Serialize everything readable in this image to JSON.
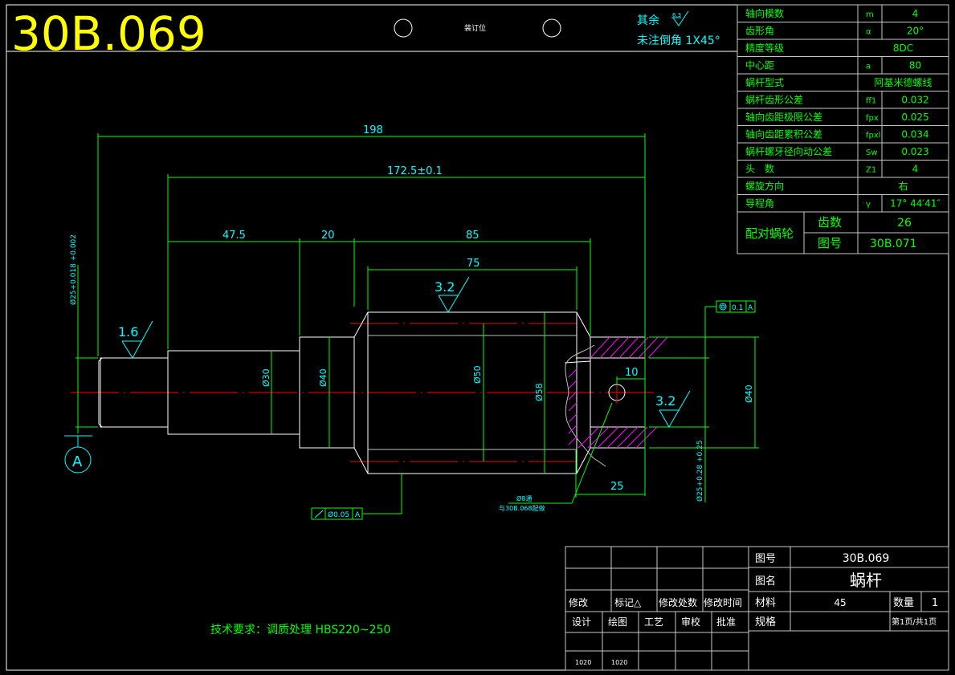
{
  "header": {
    "drawing_code": "30B.069",
    "binding_label": "装订位",
    "roughness_note_label": "其余",
    "roughness_note_value": "6.3",
    "chamfer_note": "未注倒角 1X45°"
  },
  "params_table": {
    "rows": [
      {
        "name": "轴向模数",
        "symbol": "m",
        "value": "4"
      },
      {
        "name": "齿形角",
        "symbol": "α",
        "value": "20°"
      },
      {
        "name": "精度等级",
        "symbol": "",
        "value": "8DC"
      },
      {
        "name": "中心距",
        "symbol": "a",
        "value": "80"
      },
      {
        "name": "蜗杆型式",
        "symbol": "",
        "value": "阿基米德螺线"
      },
      {
        "name": "蜗杆齿形公差",
        "symbol": "ff1",
        "value": "0.032"
      },
      {
        "name": "轴向齿距极限公差",
        "symbol": "fpx",
        "value": "0.025"
      },
      {
        "name": "轴向齿距累积公差",
        "symbol": "fpxl",
        "value": "0.034"
      },
      {
        "name": "蜗杆螺牙径向动公差",
        "symbol": "Sw",
        "value": "0.023"
      },
      {
        "name": "头　数",
        "symbol": "Z1",
        "value": "4"
      },
      {
        "name": "螺旋方向",
        "symbol": "",
        "value": "右"
      },
      {
        "name": "导程角",
        "symbol": "γ",
        "value": "17° 44′41″"
      }
    ],
    "mate": {
      "label": "配对蜗轮",
      "teeth_label": "齿数",
      "teeth_value": "26",
      "drawing_label": "图号",
      "drawing_value": "30B.071"
    }
  },
  "dimensions": {
    "overall_length": "198",
    "length_172": "172.5±0.1",
    "len_47": "47.5",
    "len_20": "20",
    "len_85": "85",
    "len_75": "75",
    "len_10": "10",
    "len_25": "25",
    "dia_25_left": "Ø25+0.018 +0.002",
    "dia_30": "Ø30",
    "dia_40_left": "Ø40",
    "dia_50": "Ø50",
    "dia_58": "Ø58",
    "dia_40_right": "Ø40",
    "dia_25_right": "Ø25+0.28 +0.25",
    "rough_1_6": "1.6",
    "rough_3_2_top": "3.2",
    "rough_3_2_right": "3.2",
    "datum": "A",
    "tol_runout": "Ø0.05",
    "tol_runout_datum": "A",
    "tol_coax": "0.1",
    "tol_coax_datum": "A",
    "hole_note_1": "Ø8通",
    "hole_note_2": "与30B.068配做"
  },
  "tech_requirements": "技术要求：调质处理 HBS220~250",
  "title_block": {
    "rev_header": [
      "修改",
      "标记△",
      "修改处数",
      "修改时间"
    ],
    "sign_header": [
      "设计",
      "绘图",
      "工艺",
      "审校",
      "批准"
    ],
    "sign_dates": [
      "1020",
      "1020",
      "",
      "",
      ""
    ],
    "drawing_no_label": "图号",
    "drawing_no": "30B.069",
    "name_label": "图名",
    "name": "蜗杆",
    "material_label": "材料",
    "material": "45",
    "qty_label": "数量",
    "qty": "1",
    "spec_label": "规格",
    "spec": "",
    "page": "第1页/共1页"
  }
}
